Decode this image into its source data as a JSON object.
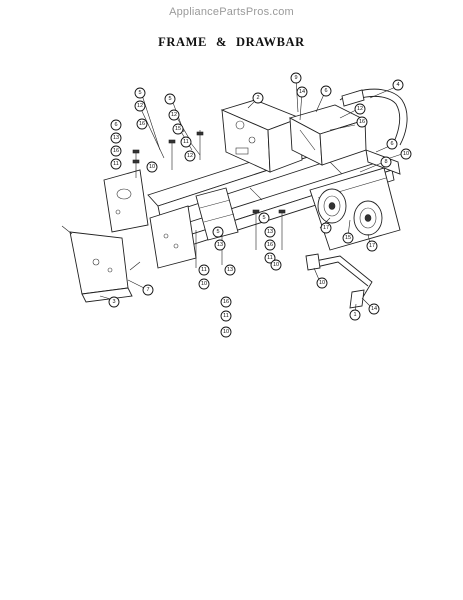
{
  "watermark": "AppliancePartsPros.com",
  "title": {
    "part1": "FRAME",
    "amp": "&",
    "part2": "DRAWBAR"
  },
  "callouts": [
    {
      "label": "5"
    },
    {
      "label": "12"
    },
    {
      "label": "5"
    },
    {
      "label": "12"
    },
    {
      "label": "15"
    },
    {
      "label": "11"
    },
    {
      "label": "16"
    },
    {
      "label": "6"
    },
    {
      "label": "13"
    },
    {
      "label": "16"
    },
    {
      "label": "11"
    },
    {
      "label": "10"
    },
    {
      "label": "9"
    },
    {
      "label": "14"
    },
    {
      "label": "6"
    },
    {
      "label": "2"
    },
    {
      "label": "4"
    },
    {
      "label": "12"
    },
    {
      "label": "16"
    },
    {
      "label": "6"
    },
    {
      "label": "10"
    },
    {
      "label": "8"
    },
    {
      "label": "7"
    },
    {
      "label": "3"
    },
    {
      "label": "5"
    },
    {
      "label": "13"
    },
    {
      "label": "11"
    },
    {
      "label": "13"
    },
    {
      "label": "10"
    },
    {
      "label": "16"
    },
    {
      "label": "11"
    },
    {
      "label": "10"
    },
    {
      "label": "5"
    },
    {
      "label": "13"
    },
    {
      "label": "16"
    },
    {
      "label": "11"
    },
    {
      "label": "10"
    },
    {
      "label": "17"
    },
    {
      "label": "15"
    },
    {
      "label": "17"
    },
    {
      "label": "10"
    },
    {
      "label": "1"
    },
    {
      "label": "14"
    },
    {
      "label": "12"
    }
  ]
}
